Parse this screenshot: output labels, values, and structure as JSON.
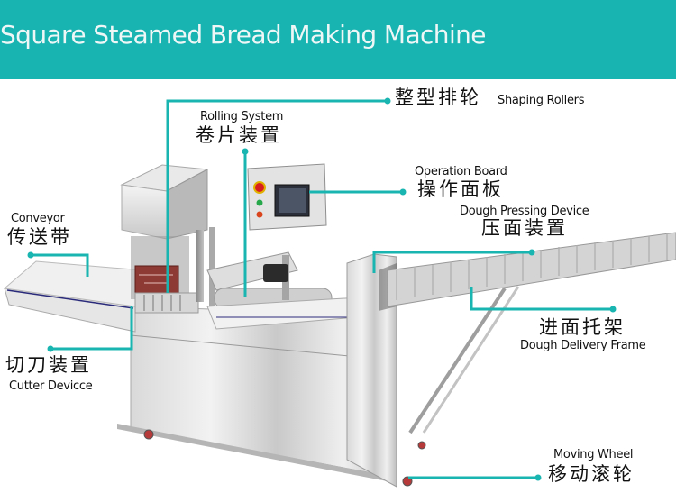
{
  "title": "Square Steamed Bread Making Machine",
  "colors": {
    "banner": "#18b4b2",
    "callout_line": "#19b5b0",
    "title_text": "#eef6f6"
  },
  "callouts": [
    {
      "id": "shaping-rollers",
      "zh": "整型排轮",
      "en": "Shaping Rollers"
    },
    {
      "id": "rolling-system",
      "zh": "卷片装置",
      "en": "Rolling System"
    },
    {
      "id": "operation-board",
      "zh": "操作面板",
      "en": "Operation Board"
    },
    {
      "id": "conveyor",
      "zh": "传送带",
      "en": "Conveyor"
    },
    {
      "id": "dough-pressing-device",
      "zh": "压面装置",
      "en": "Dough Pressing Device"
    },
    {
      "id": "dough-delivery-frame",
      "zh": "进面托架",
      "en": "Dough Delivery Frame"
    },
    {
      "id": "cutter-device",
      "zh": "切刀装置",
      "en": "Cutter Devicce"
    },
    {
      "id": "moving-wheel",
      "zh": "移动滚轮",
      "en": "Moving Wheel"
    }
  ]
}
